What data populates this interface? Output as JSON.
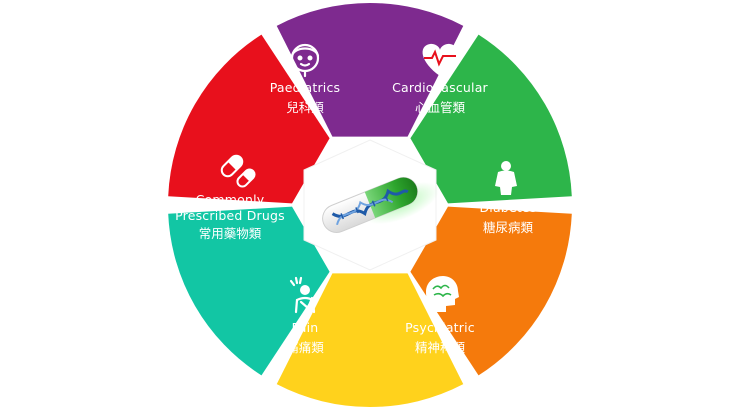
{
  "diagram": {
    "center": {
      "icon": "dna-capsule-icon"
    },
    "segments": [
      {
        "id": "paediatrics",
        "en": "Paediatrics",
        "zh": "兒科類",
        "color": "#12C6A4",
        "icon": "child-face-icon"
      },
      {
        "id": "cardiovascular",
        "en": "Cardiovascular",
        "zh": "心血管類",
        "color": "#E8101C",
        "icon": "heart-pulse-icon"
      },
      {
        "id": "diabetes",
        "en": "Diabetes",
        "zh": "糖尿病類",
        "color": "#7E2A8F",
        "icon": "person-silhouette-icon"
      },
      {
        "id": "psychiatric",
        "en": "Psychiatric",
        "zh": "精神科類",
        "color": "#2DB54A",
        "icon": "brain-head-icon"
      },
      {
        "id": "pain",
        "en": "Pain",
        "zh": "痛痛類",
        "color": "#F57A0C",
        "icon": "pain-person-icon"
      },
      {
        "id": "common",
        "en": "Commonly Prescribed Drugs",
        "zh": "常用藥物類",
        "color": "#FFD21C",
        "icon": "pill-capsules-icon"
      }
    ],
    "colors": {
      "hub": "#ffffff",
      "hub_shadow": "#e6e6e6",
      "capsule_green": "#3fbf3f",
      "capsule_shell": "#f2f2f2",
      "dna_blue": "#1e5aa8"
    }
  }
}
